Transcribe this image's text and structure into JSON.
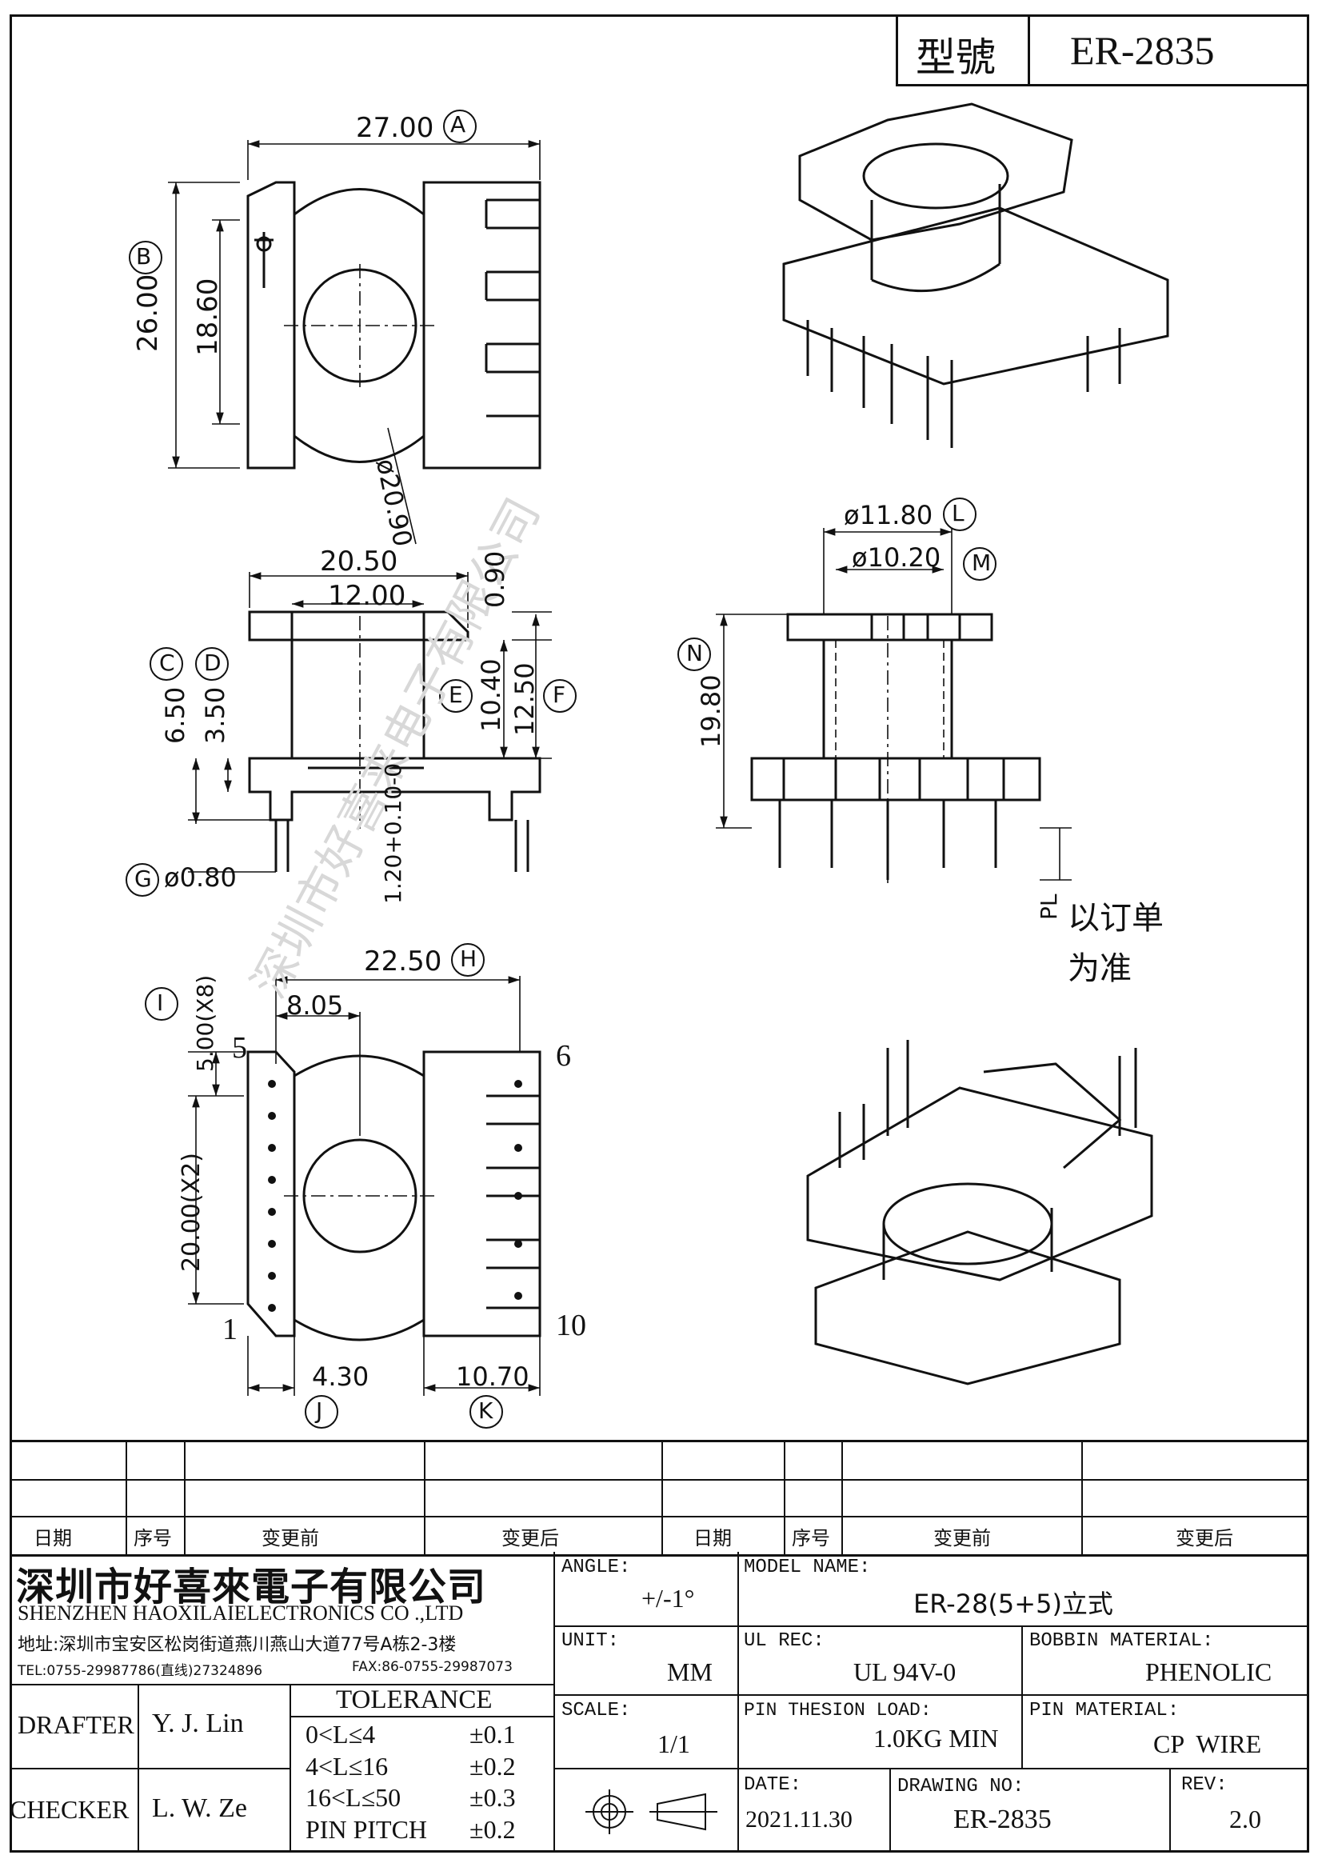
{
  "title_block": {
    "model_label": "型號",
    "model_value": "ER-2835"
  },
  "dimensions": {
    "A": "27.00",
    "A_tag": "A",
    "B": "26.00",
    "B_tag": "B",
    "inner_height": "18.60",
    "diameter_top": "ø20.90",
    "side_width": "20.50",
    "side_inner": "12.00",
    "flange_thk": "0.90",
    "C": "6.50",
    "C_tag": "C",
    "D": "3.50",
    "D_tag": "D",
    "E": "10.40",
    "E_tag": "E",
    "F": "12.50",
    "F_tag": "F",
    "G": "ø0.80",
    "G_tag": "G",
    "pin_len": "1.20+0.10-0",
    "L": "ø11.80",
    "L_tag": "L",
    "M": "ø10.20",
    "M_tag": "M",
    "N": "19.80",
    "N_tag": "N",
    "PL": "PL",
    "PL_note_1": "以订单",
    "PL_note_2": "为准",
    "H": "22.50",
    "H_tag": "H",
    "pin_offset": "8.05",
    "I": "5.00(X8)",
    "I_tag": "I",
    "row_pitch": "20.00(X2)",
    "J": "4.30",
    "J_tag": "J",
    "K": "10.70",
    "K_tag": "K",
    "pin_5": "5",
    "pin_6": "6",
    "pin_1": "1",
    "pin_10": "10"
  },
  "watermark": "深圳市好喜来电子有限公司",
  "revision_table": {
    "headers": [
      "日期",
      "序号",
      "变更前",
      "变更后",
      "日期",
      "序号",
      "变更前",
      "变更后"
    ]
  },
  "company": {
    "name_cn": "深圳市好喜來電子有限公司",
    "name_en": "SHENZHEN HAOXILAIELECTRONICS CO .,LTD",
    "address": "地址:深圳市宝安区松岗街道燕川燕山大道77号A栋2-3楼",
    "tel": "TEL:0755-29987786(直线)27324896",
    "fax": "FAX:86-0755-29987073"
  },
  "fields": {
    "angle_label": "ANGLE:",
    "angle_value": "+/-1°",
    "model_name_label": "MODEL NAME:",
    "model_name_value": "ER-28(5+5)立式",
    "unit_label": "UNIT:",
    "unit_value": "MM",
    "ul_label": "UL REC:",
    "ul_value": "UL 94V-0",
    "bobbin_label": "BOBBIN MATERIAL:",
    "bobbin_value": "PHENOLIC",
    "scale_label": "SCALE:",
    "scale_value": "1/1",
    "pin_load_label": "PIN THESION LOAD:",
    "pin_load_value": "1.0KG MIN",
    "pin_mat_label": "PIN MATERIAL:",
    "pin_mat_value": "CP  WIRE",
    "date_label": "DATE:",
    "date_value": "2021.11.30",
    "drawing_no_label": "DRAWING NO:",
    "drawing_no_value": "ER-2835",
    "rev_label": "REV:",
    "rev_value": "2.0",
    "drafter_label": "DRAFTER",
    "drafter_value": "Y. J. Lin",
    "checker_label": "CHECKER",
    "checker_value": "L. W. Ze"
  },
  "tolerance": {
    "title": "TOLERANCE",
    "rows": [
      {
        "range": "0<L≤4",
        "tol": "±0.1"
      },
      {
        "range": "4<L≤16",
        "tol": "±0.2"
      },
      {
        "range": "16<L≤50",
        "tol": "±0.3"
      },
      {
        "range": "PIN PITCH",
        "tol": "±0.2"
      }
    ]
  }
}
